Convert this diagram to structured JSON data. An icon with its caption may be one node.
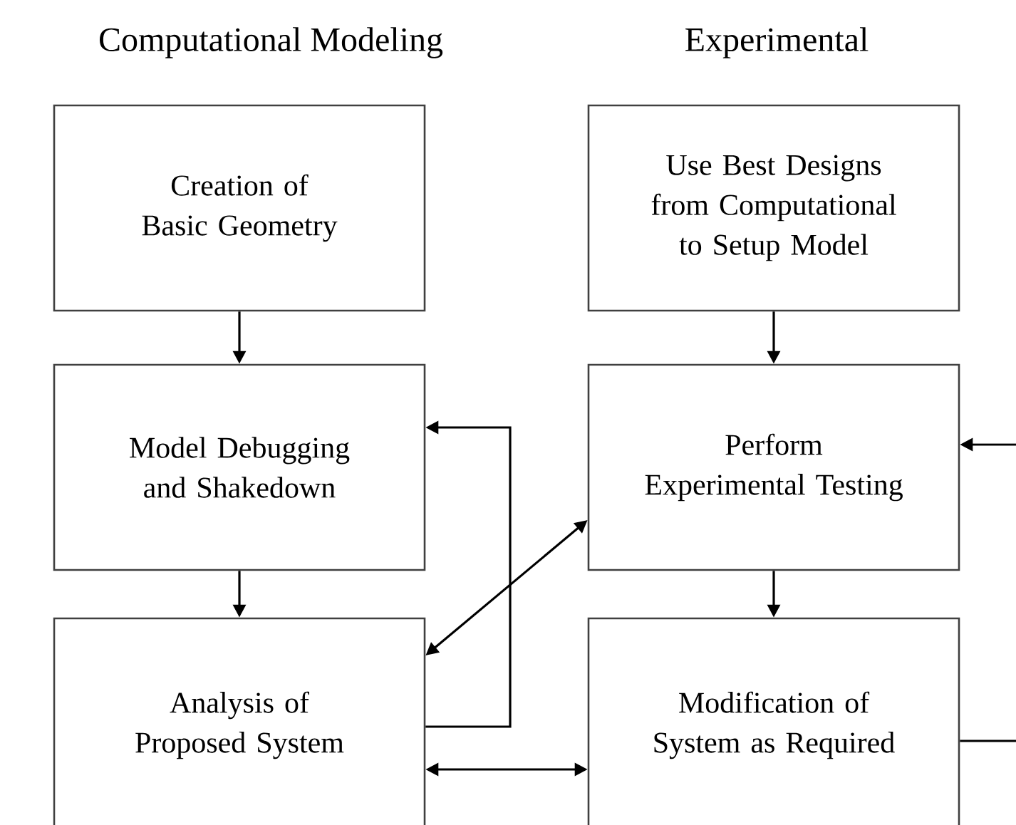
{
  "diagram": {
    "nodes": [
      {
        "text": [
          "Creation of Basic Geometry"
        ]
      },
      {
        "text": [
          "Model Debugging and Shakedown"
        ]
      },
      {
        "text": [
          "Analysis of Proposed System"
        ]
      },
      {
        "text": [
          "Use Best Designs from Computational to Setup Model"
        ]
      },
      {
        "text": [
          "Perform Experimental Testing"
        ]
      },
      {
        "text": [
          "Modification of System as Required"
        ]
      }
    ],
    "edges": [
      {
        "from": 0,
        "to": 1,
        "arrow": "to"
      },
      {
        "from": 1,
        "to": 2,
        "arrow": "to"
      },
      {
        "from": 2,
        "to": 1,
        "arrow": "to"
      },
      {
        "from": 2,
        "to": 4,
        "arrow": "both"
      },
      {
        "from": 2,
        "to": 5,
        "arrow": "both"
      },
      {
        "from": 3,
        "to": 4,
        "arrow": "to"
      },
      {
        "from": 4,
        "to": 5,
        "arrow": "to"
      },
      {
        "from": 5,
        "to": 4,
        "arrow": "to"
      }
    ],
    "labels": [
      "Computational Modeling",
      "Experimental"
    ]
  }
}
